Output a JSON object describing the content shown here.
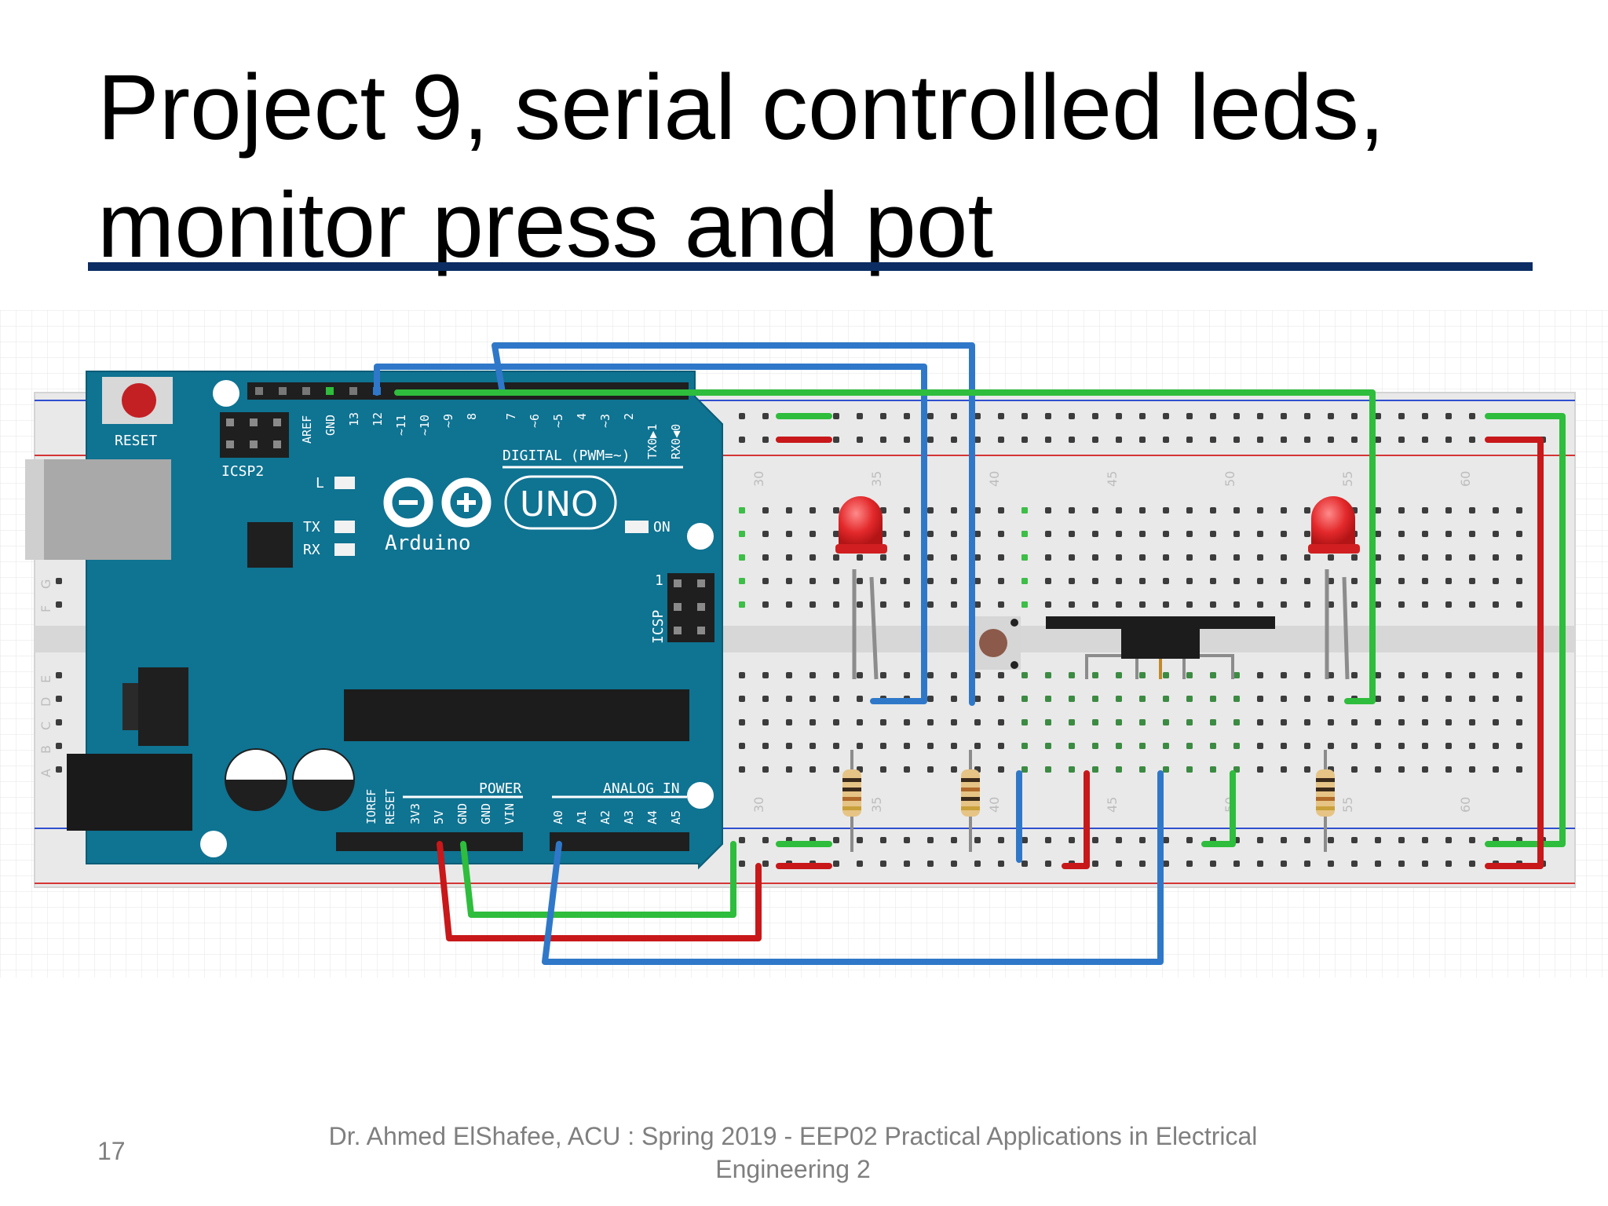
{
  "slide": {
    "title": "Project 9, serial controlled leds, monitor press and pot",
    "page_number": "17",
    "footer_line1": "Dr. Ahmed ElShafee, ACU : Spring  2019 - EEP02 Practical Applications in Electrical",
    "footer_line2": "Engineering 2"
  },
  "board": {
    "reset_label": "RESET",
    "icsp2_label": "ICSP2",
    "icsp_label": "ICSP",
    "brand": "Arduino",
    "model": "UNO",
    "digital_label": "DIGITAL (PWM=~)",
    "power_label": "POWER",
    "analog_label": "ANALOG IN",
    "led_labels": {
      "l": "L",
      "tx": "TX",
      "rx": "RX",
      "on": "ON",
      "one": "1"
    },
    "digital_pins": [
      "AREF",
      "GND",
      "13",
      "12",
      "~11",
      "~10",
      "~9",
      "8",
      "7",
      "~6",
      "~5",
      "4",
      "~3",
      "2",
      "TX0▶1",
      "RX0◀0"
    ],
    "power_pins": [
      "IOREF",
      "RESET",
      "3V3",
      "5V",
      "GND",
      "GND",
      "VIN"
    ],
    "analog_pins": [
      "A0",
      "A1",
      "A2",
      "A3",
      "A4",
      "A5"
    ]
  },
  "breadboard": {
    "column_numbers": [
      "30",
      "35",
      "40",
      "45",
      "50",
      "55",
      "60"
    ],
    "row_letters_top": [
      "G",
      "F"
    ],
    "row_letters_bottom": [
      "E",
      "D",
      "C",
      "B",
      "A"
    ]
  },
  "colors": {
    "title_rule": "#0b2d63",
    "board": "#0f7392",
    "wire_blue": "#2f78c9",
    "wire_green": "#2ebd3c",
    "wire_red": "#c8181a",
    "led_red": "#e3292b"
  }
}
